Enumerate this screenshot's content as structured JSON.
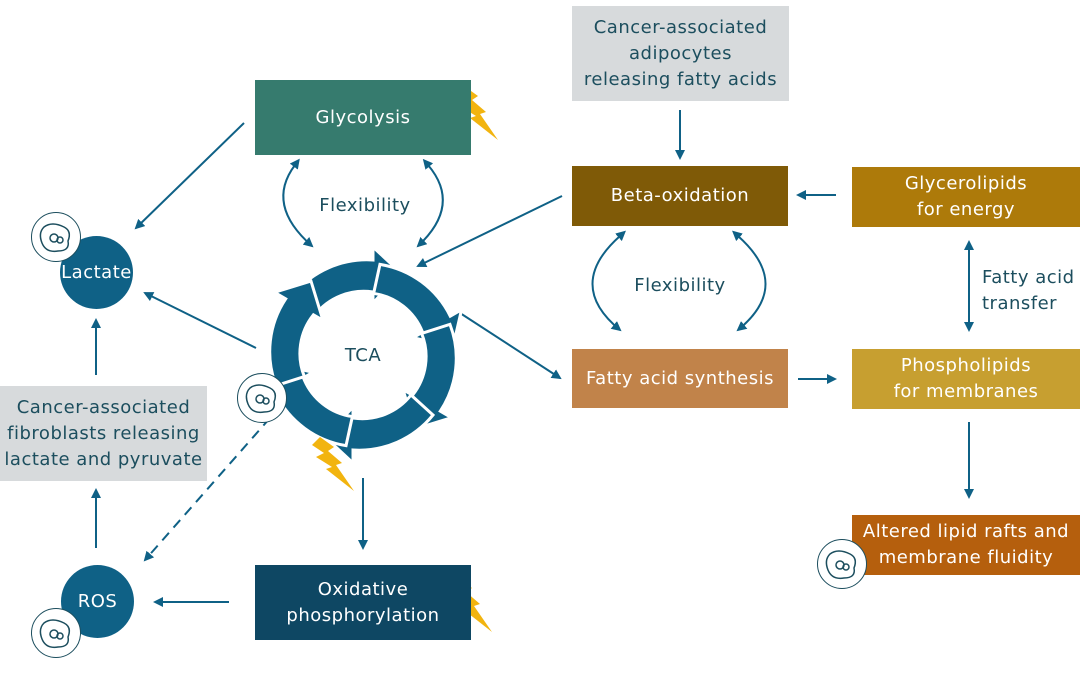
{
  "colors": {
    "arrow": "#0f6186",
    "glycolysis": "#367b6e",
    "oxphos": "#0e4763",
    "beta_oxidation": "#7f5a07",
    "fatty_acid_synthesis": "#c1834a",
    "glycerolipids": "#ad7a0a",
    "phospholipids": "#c79f30",
    "lipid_rafts": "#b55f0d",
    "gray_box": "#d7dadc",
    "lightning": "#f2b40f"
  },
  "nodes": {
    "glycolysis": "Glycolysis",
    "tca": "TCA",
    "oxphos_line1": "Oxidative",
    "oxphos_line2": "phosphorylation",
    "lactate": "Lactate",
    "ros": "ROS",
    "caf_line1": "Cancer-associated",
    "caf_line2": "fibroblasts releasing",
    "caf_line3": "lactate and pyruvate",
    "caa_line1": "Cancer-associated",
    "caa_line2": "adipocytes",
    "caa_line3": "releasing fatty acids",
    "beta_oxidation": "Beta-oxidation",
    "fatty_acid_synthesis": "Fatty acid synthesis",
    "glycerolipids_line1": "Glycerolipids",
    "glycerolipids_line2": "for energy",
    "phospholipids_line1": "Phospholipids",
    "phospholipids_line2": "for membranes",
    "rafts_line1": "Altered lipid rafts and",
    "rafts_line2": "membrane fluidity"
  },
  "labels": {
    "flexibility_left": "Flexibility",
    "flexibility_right": "Flexibility",
    "transfer_line1": "Fatty acid",
    "transfer_line2": "transfer"
  },
  "icons": [
    "cell-icon",
    "lightning-icon",
    "arrow-icon",
    "cycle-arrow-icon"
  ]
}
